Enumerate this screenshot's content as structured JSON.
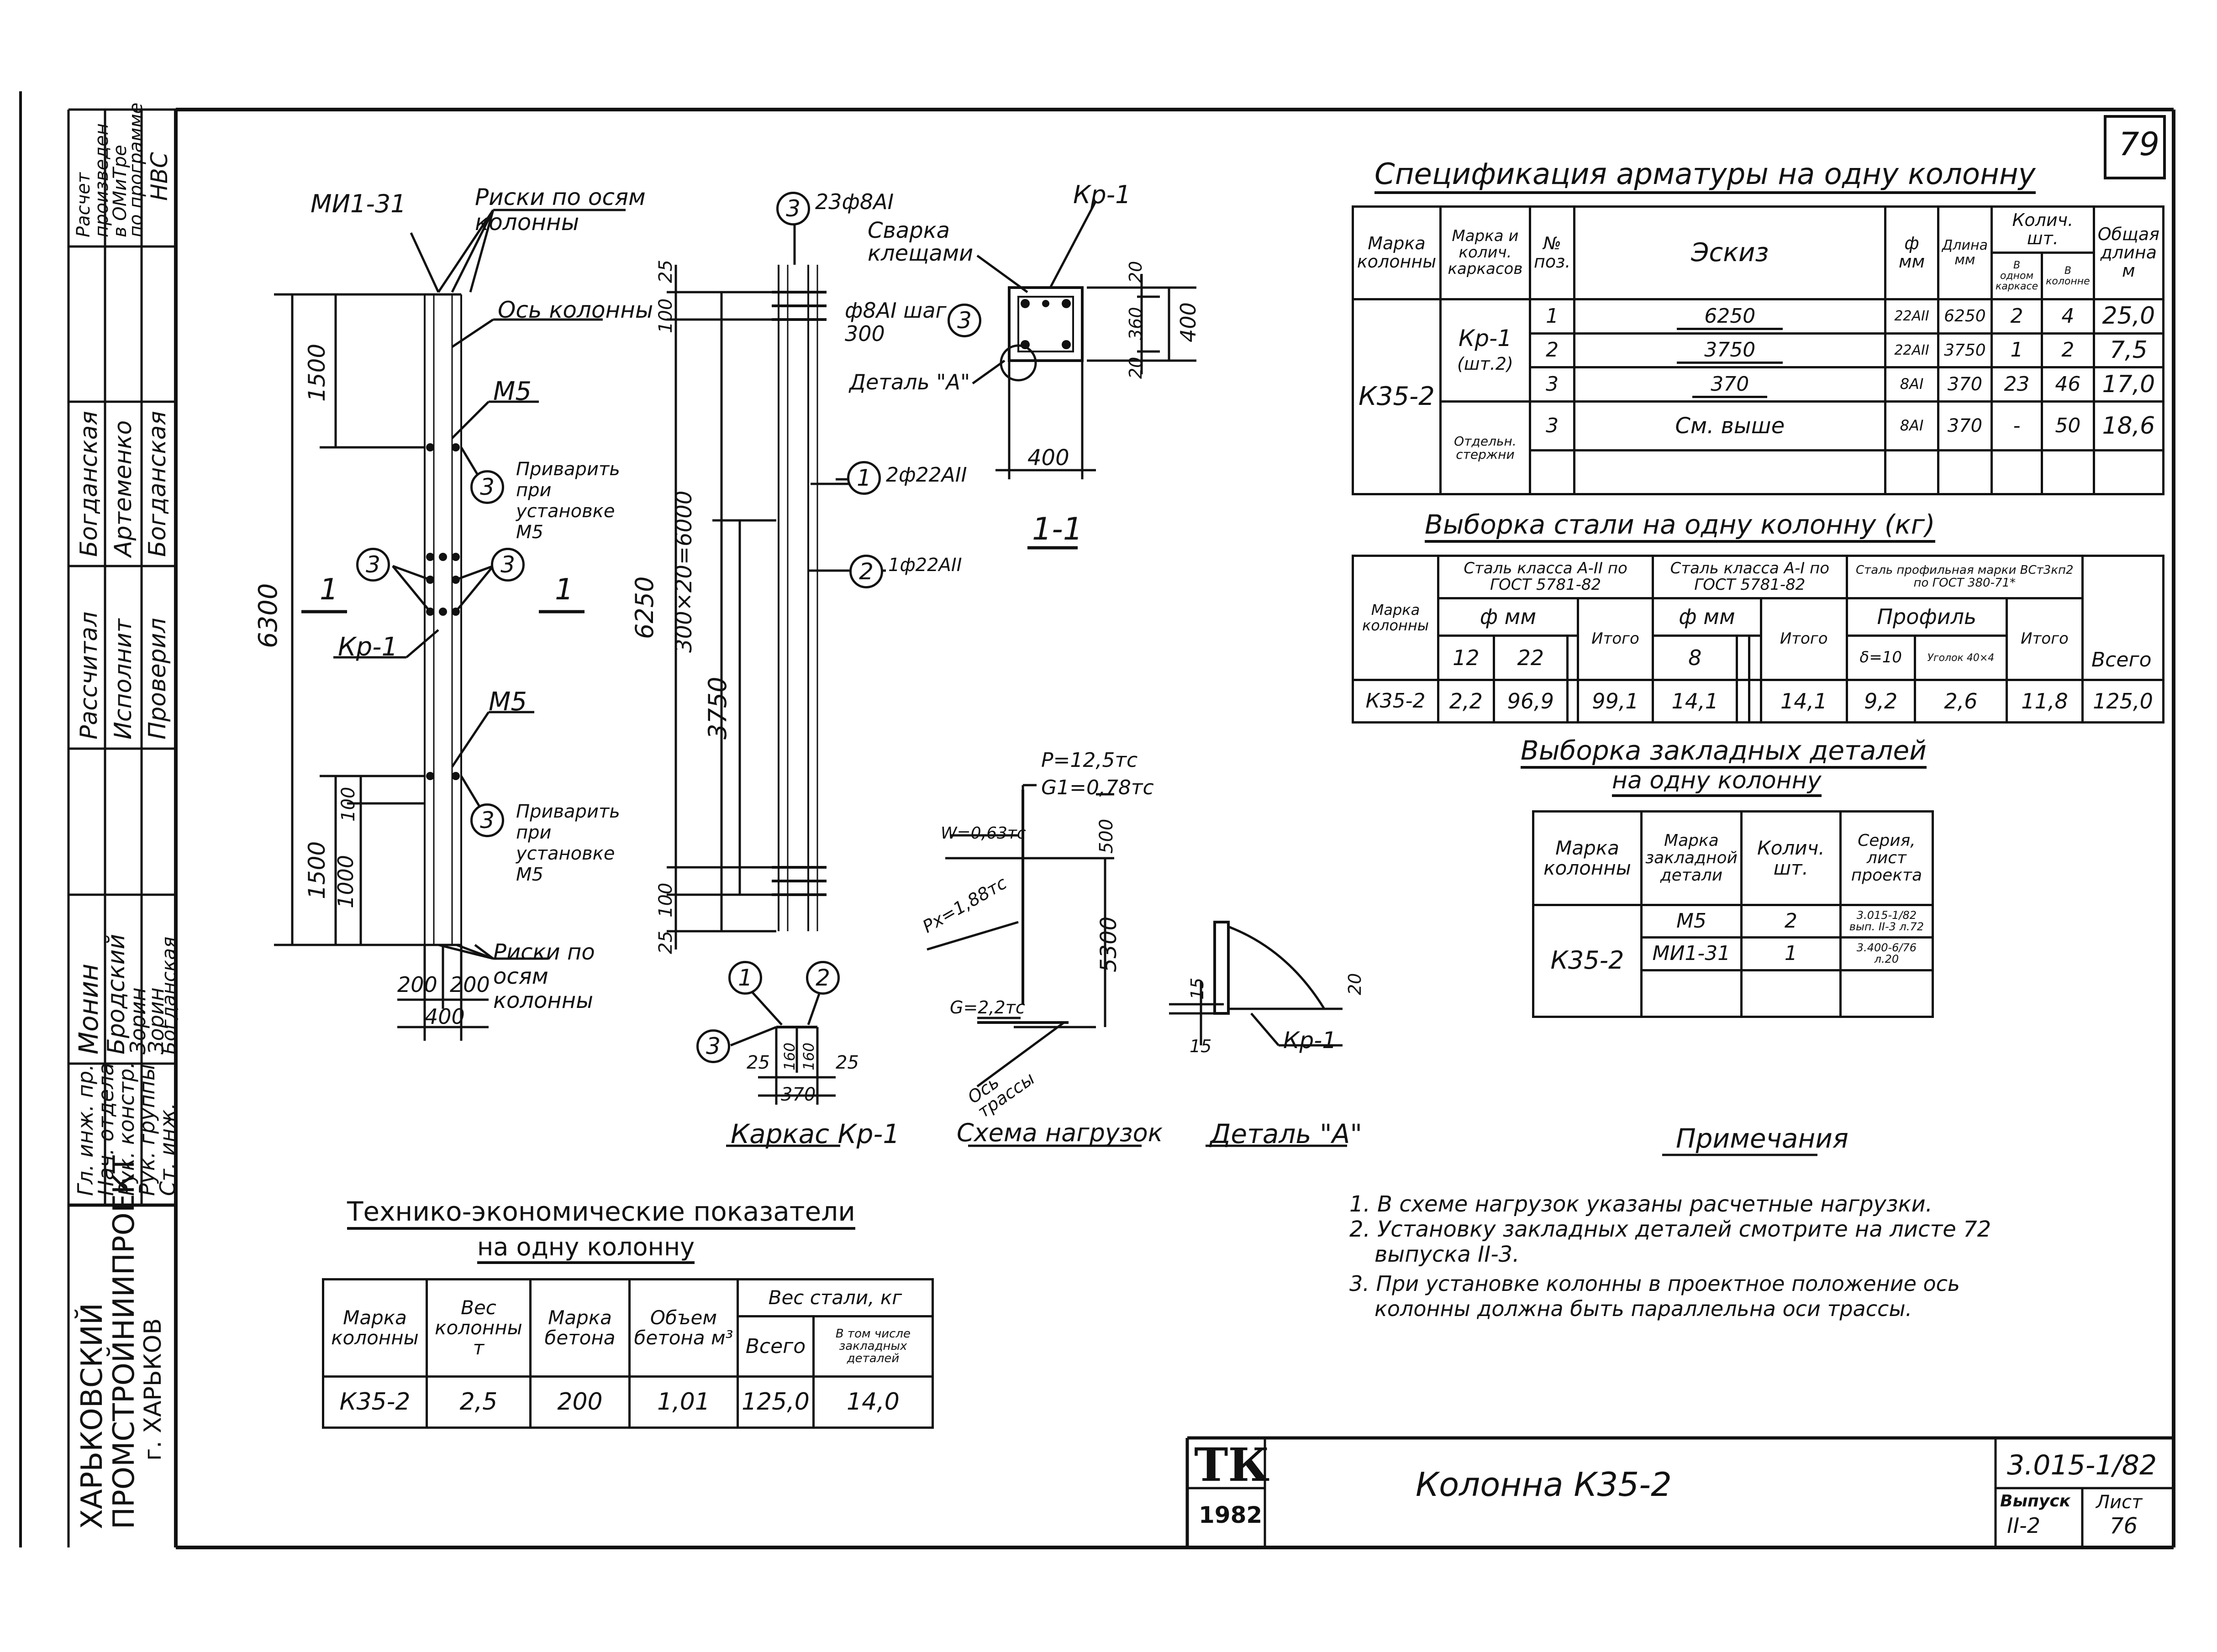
{
  "page_number": "79",
  "title_block": {
    "org_line1": "ХАРЬКОВСКИЙ",
    "org_line2": "ПРОМСТРОЙНИИПРОЕКТ",
    "org_city": "г. ХАРЬКОВ",
    "roles": [
      "Гл. инж. пр.",
      "Нач. отдела",
      "Рук. констр.",
      "Рук. группы",
      "Ст. инж."
    ],
    "names": [
      "Монин",
      "Бродский",
      "Зорин",
      "Зорин",
      "Богданская"
    ],
    "roles2": [
      "Рассчитал",
      "Исполнит",
      "Проверил"
    ],
    "names2": [
      "Богданская",
      "Артеменко",
      "Богданская"
    ],
    "calc_note": [
      "Расчет",
      "произведен",
      "в ОМиТре",
      "по программе",
      "НВС"
    ],
    "logo": "ТК",
    "year": "1982",
    "sheet_title": "Колонна К35-2",
    "series": "3.015-1/82",
    "issue_label": "Выпуск",
    "issue_value": "II-2",
    "sheet_label": "Лист",
    "sheet_value": "76"
  },
  "drawing_labels": {
    "mi1_31": "МИ1-31",
    "riski_top": "Риски по осям колонны",
    "os_kolonny": "Ось колонны",
    "m5_top": "М5",
    "m5_bottom": "М5",
    "privarit_top": "Приварить при установке М5",
    "privarit_bottom": "Приварить при установке М5",
    "riski_bottom": "Риски по осям колонны",
    "kr1": "Кр-1",
    "section_mark": "1",
    "dim_6300": "6300",
    "dim_1500a": "1500",
    "dim_1500b": "1500",
    "dim_1000": "1000",
    "dim_100": "100",
    "dim_200a": "200",
    "dim_200b": "200",
    "dim_400": "400",
    "bar3": "23ф8АI",
    "svarka": "Сварка клещами",
    "f8": "ф8АI шаг 300",
    "detal_a": "Деталь \"А\"",
    "kr1_top": "Кр-1",
    "bar1": "2ф22АII",
    "bar2": "1ф22АII",
    "dim_6250": "6250",
    "dim_300x20": "300×20=6000",
    "dim_3750": "3750",
    "dim_25a": "25",
    "dim_25b": "25",
    "dim_100b": "100",
    "dim_100c": "100",
    "sec_1_1": "1-1",
    "sec_400": "400",
    "sec_20a": "20",
    "sec_360": "360",
    "sec_20b": "20",
    "sec_400v": "400",
    "kark_25a": "25",
    "kark_160a": "160",
    "kark_160b": "160",
    "kark_25b": "25",
    "kark_370": "370",
    "karkas_title": "Каркас Кр-1",
    "p_load": "P=12,5тс",
    "g1_load": "G1=0,78тс",
    "w_load": "W=0,63тс",
    "px_load": "Px=1,88тс",
    "g_load": "G=2,2тс",
    "dim_500": "500",
    "dim_5300": "5300",
    "os_trassy": "Ось трассы",
    "schema_title": "Схема нагрузок",
    "det_15a": "15",
    "det_15b": "15",
    "det_20": "20",
    "det_kr1": "Кр-1",
    "detail_title": "Деталь \"А\""
  },
  "spec": {
    "title": "Спецификация арматуры на одну колонну",
    "headers": [
      "Марка колонны",
      "Марка и колич. каркасов",
      "№ поз.",
      "Эскиз",
      "ф мм",
      "Длина мм",
      "Колич. шт.",
      "В одном каркасе",
      "В колонне",
      "Общая длина м"
    ],
    "mark": "К35-2",
    "kr_group": "Кр-1",
    "kr_count": "(шт.2)",
    "loose": "Отдельн. стержни",
    "rows": [
      {
        "pos": "1",
        "sketch": "6250",
        "d": "22АII",
        "len": "6250",
        "n1": "2",
        "n2": "4",
        "total": "25,0"
      },
      {
        "pos": "2",
        "sketch": "3750",
        "d": "22АII",
        "len": "3750",
        "n1": "1",
        "n2": "2",
        "total": "7,5"
      },
      {
        "pos": "3",
        "sketch": "370",
        "d": "8АI",
        "len": "370",
        "n1": "23",
        "n2": "46",
        "total": "17,0"
      },
      {
        "pos": "3",
        "sketch": "См. выше",
        "d": "8АI",
        "len": "370",
        "n1": "-",
        "n2": "50",
        "total": "18,6"
      }
    ]
  },
  "steel": {
    "title": "Выборка стали на одну колонну (кг)",
    "h_mark": "Марка колонны",
    "h_a2": "Сталь класса А-II по ГОСТ 5781-82",
    "h_a1": "Сталь класса А-I по ГОСТ 5781-82",
    "h_prof": "Сталь профильная марки ВСт3кп2 по ГОСТ 380-71*",
    "h_fmm1": "ф мм",
    "h_fmm2": "ф мм",
    "h_profil": "Профиль",
    "h_12": "12",
    "h_22": "22",
    "h_itogo1": "Итого",
    "h_8": "8",
    "h_itogo2": "Итого",
    "h_d10": "δ=10",
    "h_angle": "Уголок 40×4",
    "h_itogo3": "Итого",
    "h_vsego": "Всего",
    "row": {
      "mark": "К35-2",
      "v12": "2,2",
      "v22": "96,9",
      "it1": "99,1",
      "v8": "14,1",
      "it2": "14,1",
      "vd10": "9,2",
      "vang": "2,6",
      "it3": "11,8",
      "total": "125,0"
    }
  },
  "embedded": {
    "title1": "Выборка закладных деталей",
    "title2": "на одну колонну",
    "headers": [
      "Марка колонны",
      "Марка закладной детали",
      "Колич. шт.",
      "Серия, лист проекта"
    ],
    "mark": "К35-2",
    "rows": [
      {
        "part": "М5",
        "qty": "2",
        "series": "3.015-1/82 вып. II-3 л.72"
      },
      {
        "part": "МИ1-31",
        "qty": "1",
        "series": "3.400-6/76 л.20"
      }
    ]
  },
  "notes": {
    "title": "Примечания",
    "items": [
      "1. В схеме нагрузок указаны расчетные нагрузки.",
      "2. Установку закладных деталей смотрите на листе 72",
      "выпуска II-3.",
      "3. При установке колонны в проектное положение ось",
      "колонны должна быть параллельна оси трассы."
    ]
  },
  "tep": {
    "title1": "Технико-экономические показатели",
    "title2": "на одну колонну",
    "headers": [
      "Марка колонны",
      "Вес колонны т",
      "Марка бетона",
      "Объем бетона м³",
      "Вес стали, кг",
      "Всего",
      "В том числе закладных деталей"
    ],
    "row": {
      "mark": "К35-2",
      "weight": "2,5",
      "concrete": "200",
      "volume": "1,01",
      "steel": "125,0",
      "embedded": "14,0"
    }
  }
}
